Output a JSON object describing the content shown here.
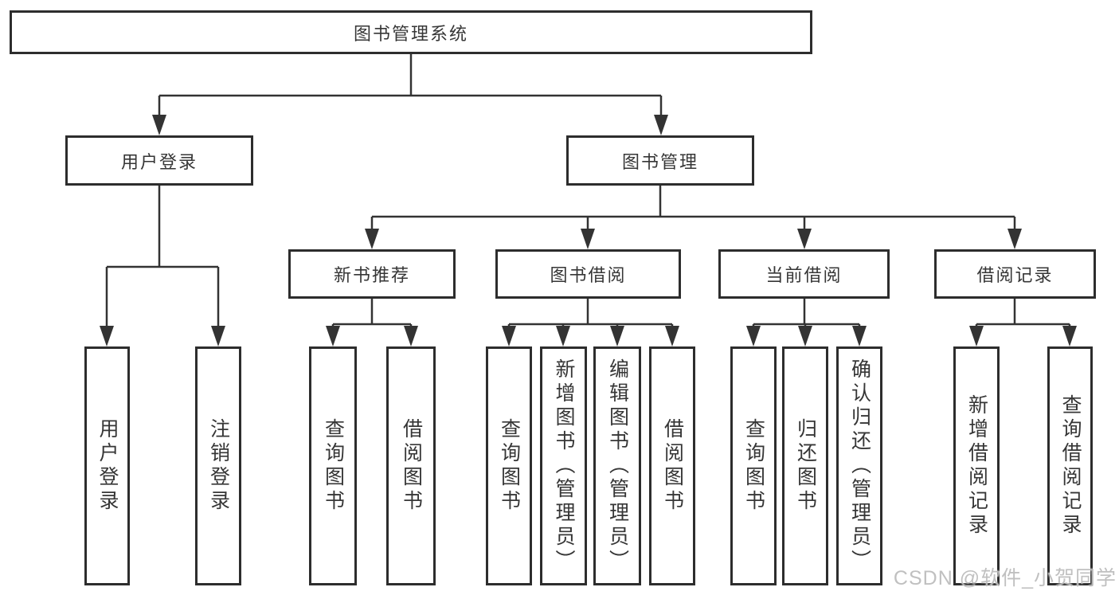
{
  "tree": {
    "root": {
      "label": "图书管理系统",
      "children": [
        {
          "label": "用户登录",
          "children": [
            {
              "label": "用户登录"
            },
            {
              "label": "注销登录"
            }
          ]
        },
        {
          "label": "图书管理",
          "children": [
            {
              "label": "新书推荐",
              "children": [
                {
                  "label": "查询图书"
                },
                {
                  "label": "借阅图书"
                }
              ]
            },
            {
              "label": "图书借阅",
              "children": [
                {
                  "label": "查询图书"
                },
                {
                  "label": "新增图书（管理员）"
                },
                {
                  "label": "编辑图书（管理员）"
                },
                {
                  "label": "借阅图书"
                }
              ]
            },
            {
              "label": "当前借阅",
              "children": [
                {
                  "label": "查询图书"
                },
                {
                  "label": "归还图书"
                },
                {
                  "label": "确认归还（管理员）"
                }
              ]
            },
            {
              "label": "借阅记录",
              "children": [
                {
                  "label": "新增借阅记录"
                },
                {
                  "label": "查询借阅记录"
                }
              ]
            }
          ]
        }
      ]
    }
  },
  "watermark": {
    "text": "CSDN @软件_小贺同学"
  },
  "colors": {
    "background": "#ffffff",
    "box_border": "#2d2d2d",
    "line": "#333333",
    "text": "#363636",
    "watermark_text": "#bdbdbd"
  }
}
